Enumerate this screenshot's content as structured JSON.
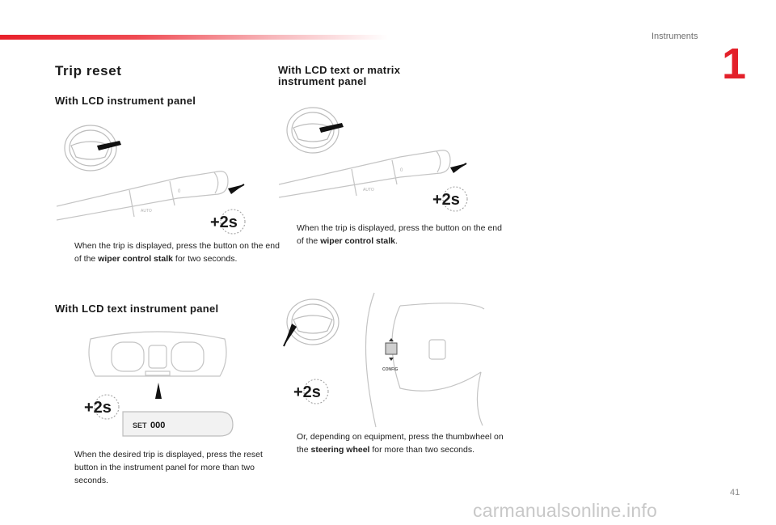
{
  "header": {
    "section": "Instruments",
    "chapter": "1"
  },
  "title": "Trip reset",
  "left": {
    "lcd_heading": "With LCD instrument panel",
    "lcd_step": {
      "marker": "",
      "before": "When the trip is displayed, press the button on the end of the ",
      "bold": "wiper control stalk",
      "after": " for two seconds."
    },
    "text_heading": "With LCD text instrument panel",
    "text_step": {
      "marker": "",
      "text": "When the desired trip is displayed, press the reset button in the instrument panel for more than two seconds."
    }
  },
  "right": {
    "matrix_heading": "With LCD text or matrix instrument panel",
    "matrix_step": {
      "marker": "",
      "before": "When the trip is displayed, press the button on the end of the ",
      "bold": "wiper control stalk",
      "after": "."
    },
    "wheel_step": {
      "marker": "",
      "before": "Or, depending on equipment, press the thumbwheel on the ",
      "bold": "steering wheel",
      "after": " for more than two seconds."
    }
  },
  "illustrations": {
    "hold_badge": "+2s",
    "set_button": "SET",
    "set_value": "000",
    "config_label": "CONFIG",
    "stalk_auto": "AUTO",
    "stalk_zero": "0"
  },
  "footer": {
    "page_number": "41",
    "watermark": "carmanualsonline.info"
  }
}
